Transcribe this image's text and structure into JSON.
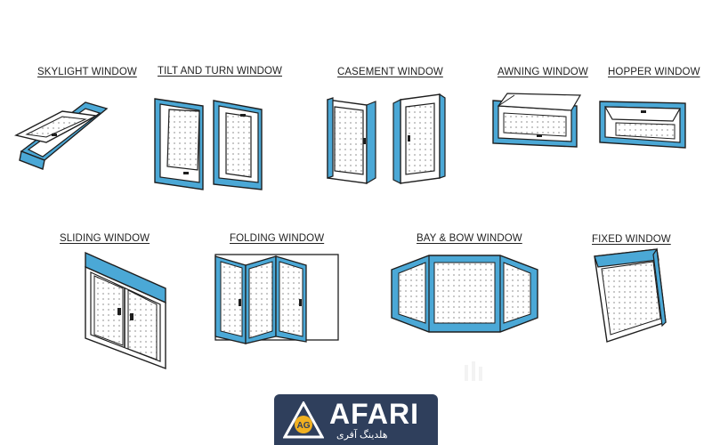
{
  "colors": {
    "frame_blue": "#4ba8d6",
    "outline": "#1e1e1e",
    "logo_bg": "#2f3f5c",
    "logo_accent": "#f0b020"
  },
  "windows": [
    {
      "label": "SKYLIGHT WINDOW"
    },
    {
      "label": "TILT AND TURN WINDOW"
    },
    {
      "label": "CASEMENT WINDOW"
    },
    {
      "label": "AWNING WINDOW"
    },
    {
      "label": "HOPPER WINDOW"
    },
    {
      "label": "SLIDING WINDOW"
    },
    {
      "label": "FOLDING WINDOW"
    },
    {
      "label": "BAY & BOW WINDOW"
    },
    {
      "label": "FIXED WINDOW"
    }
  ],
  "logo": {
    "name": "AFARI",
    "mark_text": "AG",
    "subtitle": "هلدینگ آفری"
  }
}
